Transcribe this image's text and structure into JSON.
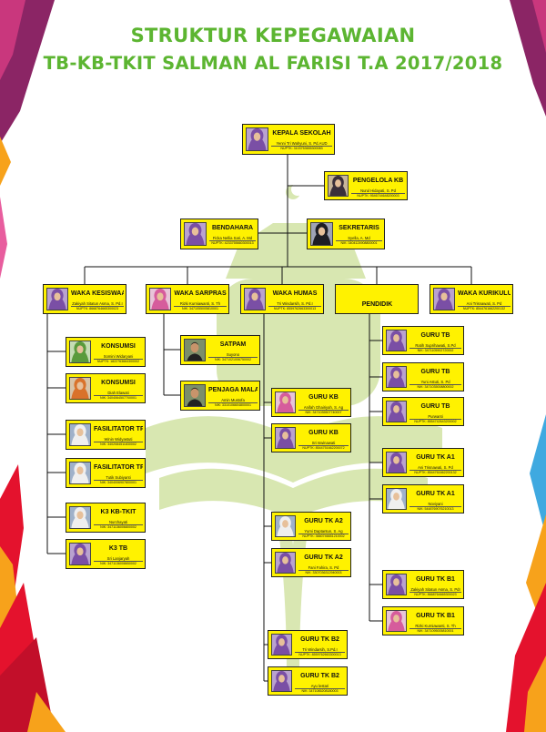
{
  "title_line1": "STRUKTUR KEPEGAWAIAN",
  "title_line2": "TB-KB-TKIT SALMAN AL FARISI T.A 2017/2018",
  "colors": {
    "title_green": "#5cb531",
    "box_yellow": "#fff200",
    "watermark": "#d2e3a4"
  },
  "nodes": {
    "kepala": {
      "role": "KEPALA SEKOLAH",
      "name": "Yenni Tri Wahyuni, S. Pd.AUD",
      "id": "NUPTK: 3103753655300083",
      "photo": "hijab-purple"
    },
    "pengelola": {
      "role": "PENGELOLA KB",
      "name": "Nurul Hidayati, S. Pd",
      "id": "NUPTK: 9546744648200003",
      "photo": "hijab-dark"
    },
    "bendahara": {
      "role": "BENDAHARA",
      "name": "Ficka Nellia Sari, A. Md",
      "id": "NUPTK: 4233755660300013",
      "photo": "hijab-purple"
    },
    "sekretaris": {
      "role": "SEKRETARIS",
      "name": "Syella, A. Md",
      "id": "NIK: 3404124908800001",
      "photo": "hijab-black"
    },
    "waka_kesiswaan": {
      "role": "WAKA KESISWAAN",
      "name": "Zakiyah Sitatun Asma, S. Pd.I",
      "id": "NUPTK: 8668764665300023",
      "photo": "hijab-purple"
    },
    "waka_sarpras": {
      "role": "WAKA SARPRAS",
      "name": "Rizki Kurniawanti, S. Th",
      "id": "NIK: 3471055005810001",
      "photo": "hijab-pink"
    },
    "waka_humas": {
      "role": "WAKA HUMAS",
      "name": "Tri Windarsih, S. Pd.I",
      "id": "NUPTK: 8559762663300013",
      "photo": "hijab-purple"
    },
    "pendidik": {
      "role": "PENDIDIK"
    },
    "waka_kurikulum": {
      "role": "WAKA KURIKULUM",
      "name": "Ani Trisnawati, S. Pd",
      "id": "NUPTK: 8544761662200132",
      "photo": "hijab-purple"
    },
    "konsumsi1": {
      "role": "KONSUMSI",
      "name": "Somini Widaryani",
      "id": "NUPTK: 1822763664300002",
      "photo": "hijab-green"
    },
    "konsumsi2": {
      "role": "KONSUMSI",
      "name": "Diah Elawati",
      "id": "NIK: 3404064507700001",
      "photo": "hijab-orange"
    },
    "fasil1": {
      "role": "FASILITATOR TPA",
      "name": "Winin Widyastuti",
      "id": "NIK: 3402084511830002",
      "photo": "hijab-white"
    },
    "fasil2": {
      "role": "FASILITATOR TPA",
      "name": "Tutik Subiyanti",
      "id": "NIK: 3404006907800001",
      "photo": "hijab-white"
    },
    "k3kb": {
      "role": "K3 KB-TKIT",
      "name": "Nurchayati",
      "id": "NIK: 3471136006800002",
      "photo": "hijab-white"
    },
    "k3tb": {
      "role": "K3 TB",
      "name": "Sri Lanjaryah",
      "id": "NIK: 3471136008650002",
      "photo": "hijab-purple"
    },
    "satpam": {
      "role": "SATPAM",
      "name": "Suyono",
      "id": "NIK: 3471021006750002",
      "photo": "man"
    },
    "penjaga": {
      "role": "PENJAGA MALAM",
      "name": "Amin Mustofa",
      "id": "NIK: 3310106604800001",
      "photo": "man"
    },
    "kb1": {
      "role": "GURU KB",
      "name": "Anifah Ghairiyah, S. Ag",
      "id": "NIK: 3471035507740007",
      "photo": "hijab-pink"
    },
    "kb2": {
      "role": "GURU KB",
      "name": "Sri Iswinawati",
      "id": "NUPTK: 8544751662200072",
      "photo": "hijab-purple"
    },
    "tkA2a": {
      "role": "GURU TK A2",
      "name": "Yumi Daptantun, S. Ag",
      "id": "NUPTK: 3660746651210002",
      "photo": "hijab-white"
    },
    "tkA2b": {
      "role": "GURU TK A2",
      "name": "Fani Fahira, S. Pd",
      "id": "NIK: 3307036312940003",
      "photo": "hijab-purple"
    },
    "tkB2a": {
      "role": "GURU TK B2",
      "name": "Tri Windarsih, S.Pd.I",
      "id": "NUPTK: 8559762663300013",
      "photo": "hijab-purple"
    },
    "tkB2b": {
      "role": "GURU TK B2",
      "name": "Ayu lestari",
      "id": "NIK: 3471085208180003",
      "photo": "hijab-purple"
    },
    "tb1": {
      "role": "GURU TB",
      "name": "Ratih Suprihawati, S.Pd",
      "id": "NIK: 3471105902720002",
      "photo": "hijab-purple"
    },
    "tb2": {
      "role": "GURU TB",
      "name": "Yuni Astuti, S. Pd",
      "id": "NIK: 3471035008800002",
      "photo": "hijab-purple"
    },
    "tb3": {
      "role": "GURU TB",
      "name": "Purwanti",
      "id": "NUPTK: 8554742643200002",
      "photo": "hijab-purple"
    },
    "tkA1a": {
      "role": "GURU TK A1",
      "name": "Ani Trisnawati, S. Pd",
      "id": "NUPTK: 8544761662200132",
      "photo": "hijab-purple"
    },
    "tkA1b": {
      "role": "GURU TK A1",
      "name": "Noviyani",
      "id": "NIK: 5448769076210013",
      "photo": "hijab-white"
    },
    "tkB1a": {
      "role": "GURU TK B1",
      "name": "Zakiyah Sitatun Asma, S. PdI",
      "id": "NUPTK: 8668764665300023",
      "photo": "hijab-purple"
    },
    "tkB1b": {
      "role": "GURU TK B1",
      "name": "Rizki Kurniawanti, S. Th",
      "id": "NIK: 3471095005810001",
      "photo": "hijab-pink"
    }
  }
}
